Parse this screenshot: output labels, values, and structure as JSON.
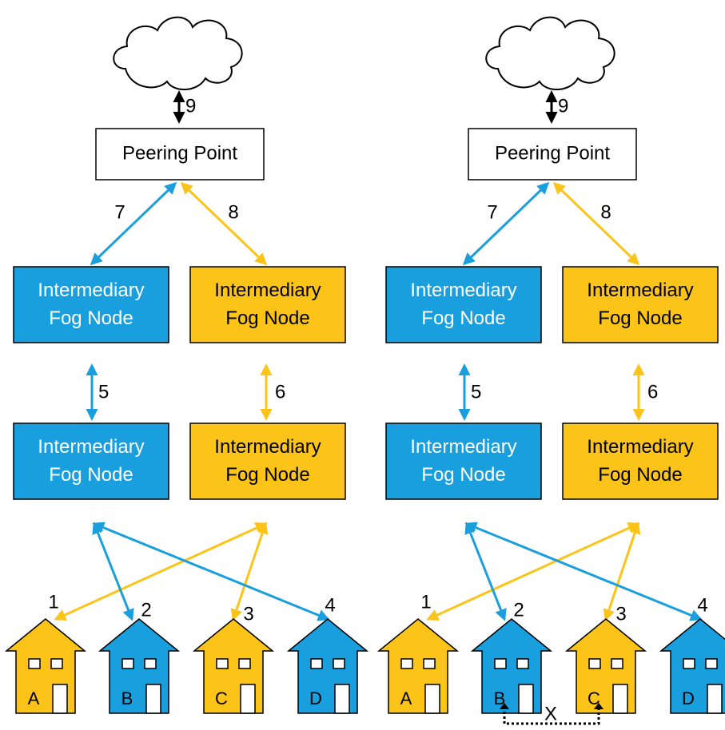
{
  "colors": {
    "blue": "#1a9fde",
    "gold": "#fcc419",
    "black": "#000000",
    "white": "#ffffff"
  },
  "left": {
    "peering_label": "Peering Point",
    "link_cloud": "9",
    "link_blue_top": "7",
    "link_gold_top": "8",
    "link_blue_mid": "5",
    "link_gold_mid": "6",
    "blue_top": [
      "Intermediary",
      "Fog Node"
    ],
    "gold_top": [
      "Intermediary",
      "Fog Node"
    ],
    "blue_bottom": [
      "Intermediary",
      "Fog Node"
    ],
    "gold_bottom": [
      "Intermediary",
      "Fog Node"
    ],
    "houses": [
      {
        "num": "1",
        "letter": "A",
        "color": "gold"
      },
      {
        "num": "2",
        "letter": "B",
        "color": "blue"
      },
      {
        "num": "3",
        "letter": "C",
        "color": "gold"
      },
      {
        "num": "4",
        "letter": "D",
        "color": "blue"
      }
    ]
  },
  "right": {
    "peering_label": "Peering Point",
    "link_cloud": "9",
    "link_blue_top": "7",
    "link_gold_top": "8",
    "link_blue_mid": "5",
    "link_gold_mid": "6",
    "blue_top": [
      "Intermediary",
      "Fog Node"
    ],
    "gold_top": [
      "Intermediary",
      "Fog Node"
    ],
    "blue_bottom": [
      "Intermediary",
      "Fog Node"
    ],
    "gold_bottom": [
      "Intermediary",
      "Fog Node"
    ],
    "houses": [
      {
        "num": "1",
        "letter": "A",
        "color": "gold"
      },
      {
        "num": "2",
        "letter": "B",
        "color": "blue"
      },
      {
        "num": "3",
        "letter": "C",
        "color": "gold"
      },
      {
        "num": "4",
        "letter": "D",
        "color": "blue"
      }
    ],
    "blocked_link": "X"
  }
}
